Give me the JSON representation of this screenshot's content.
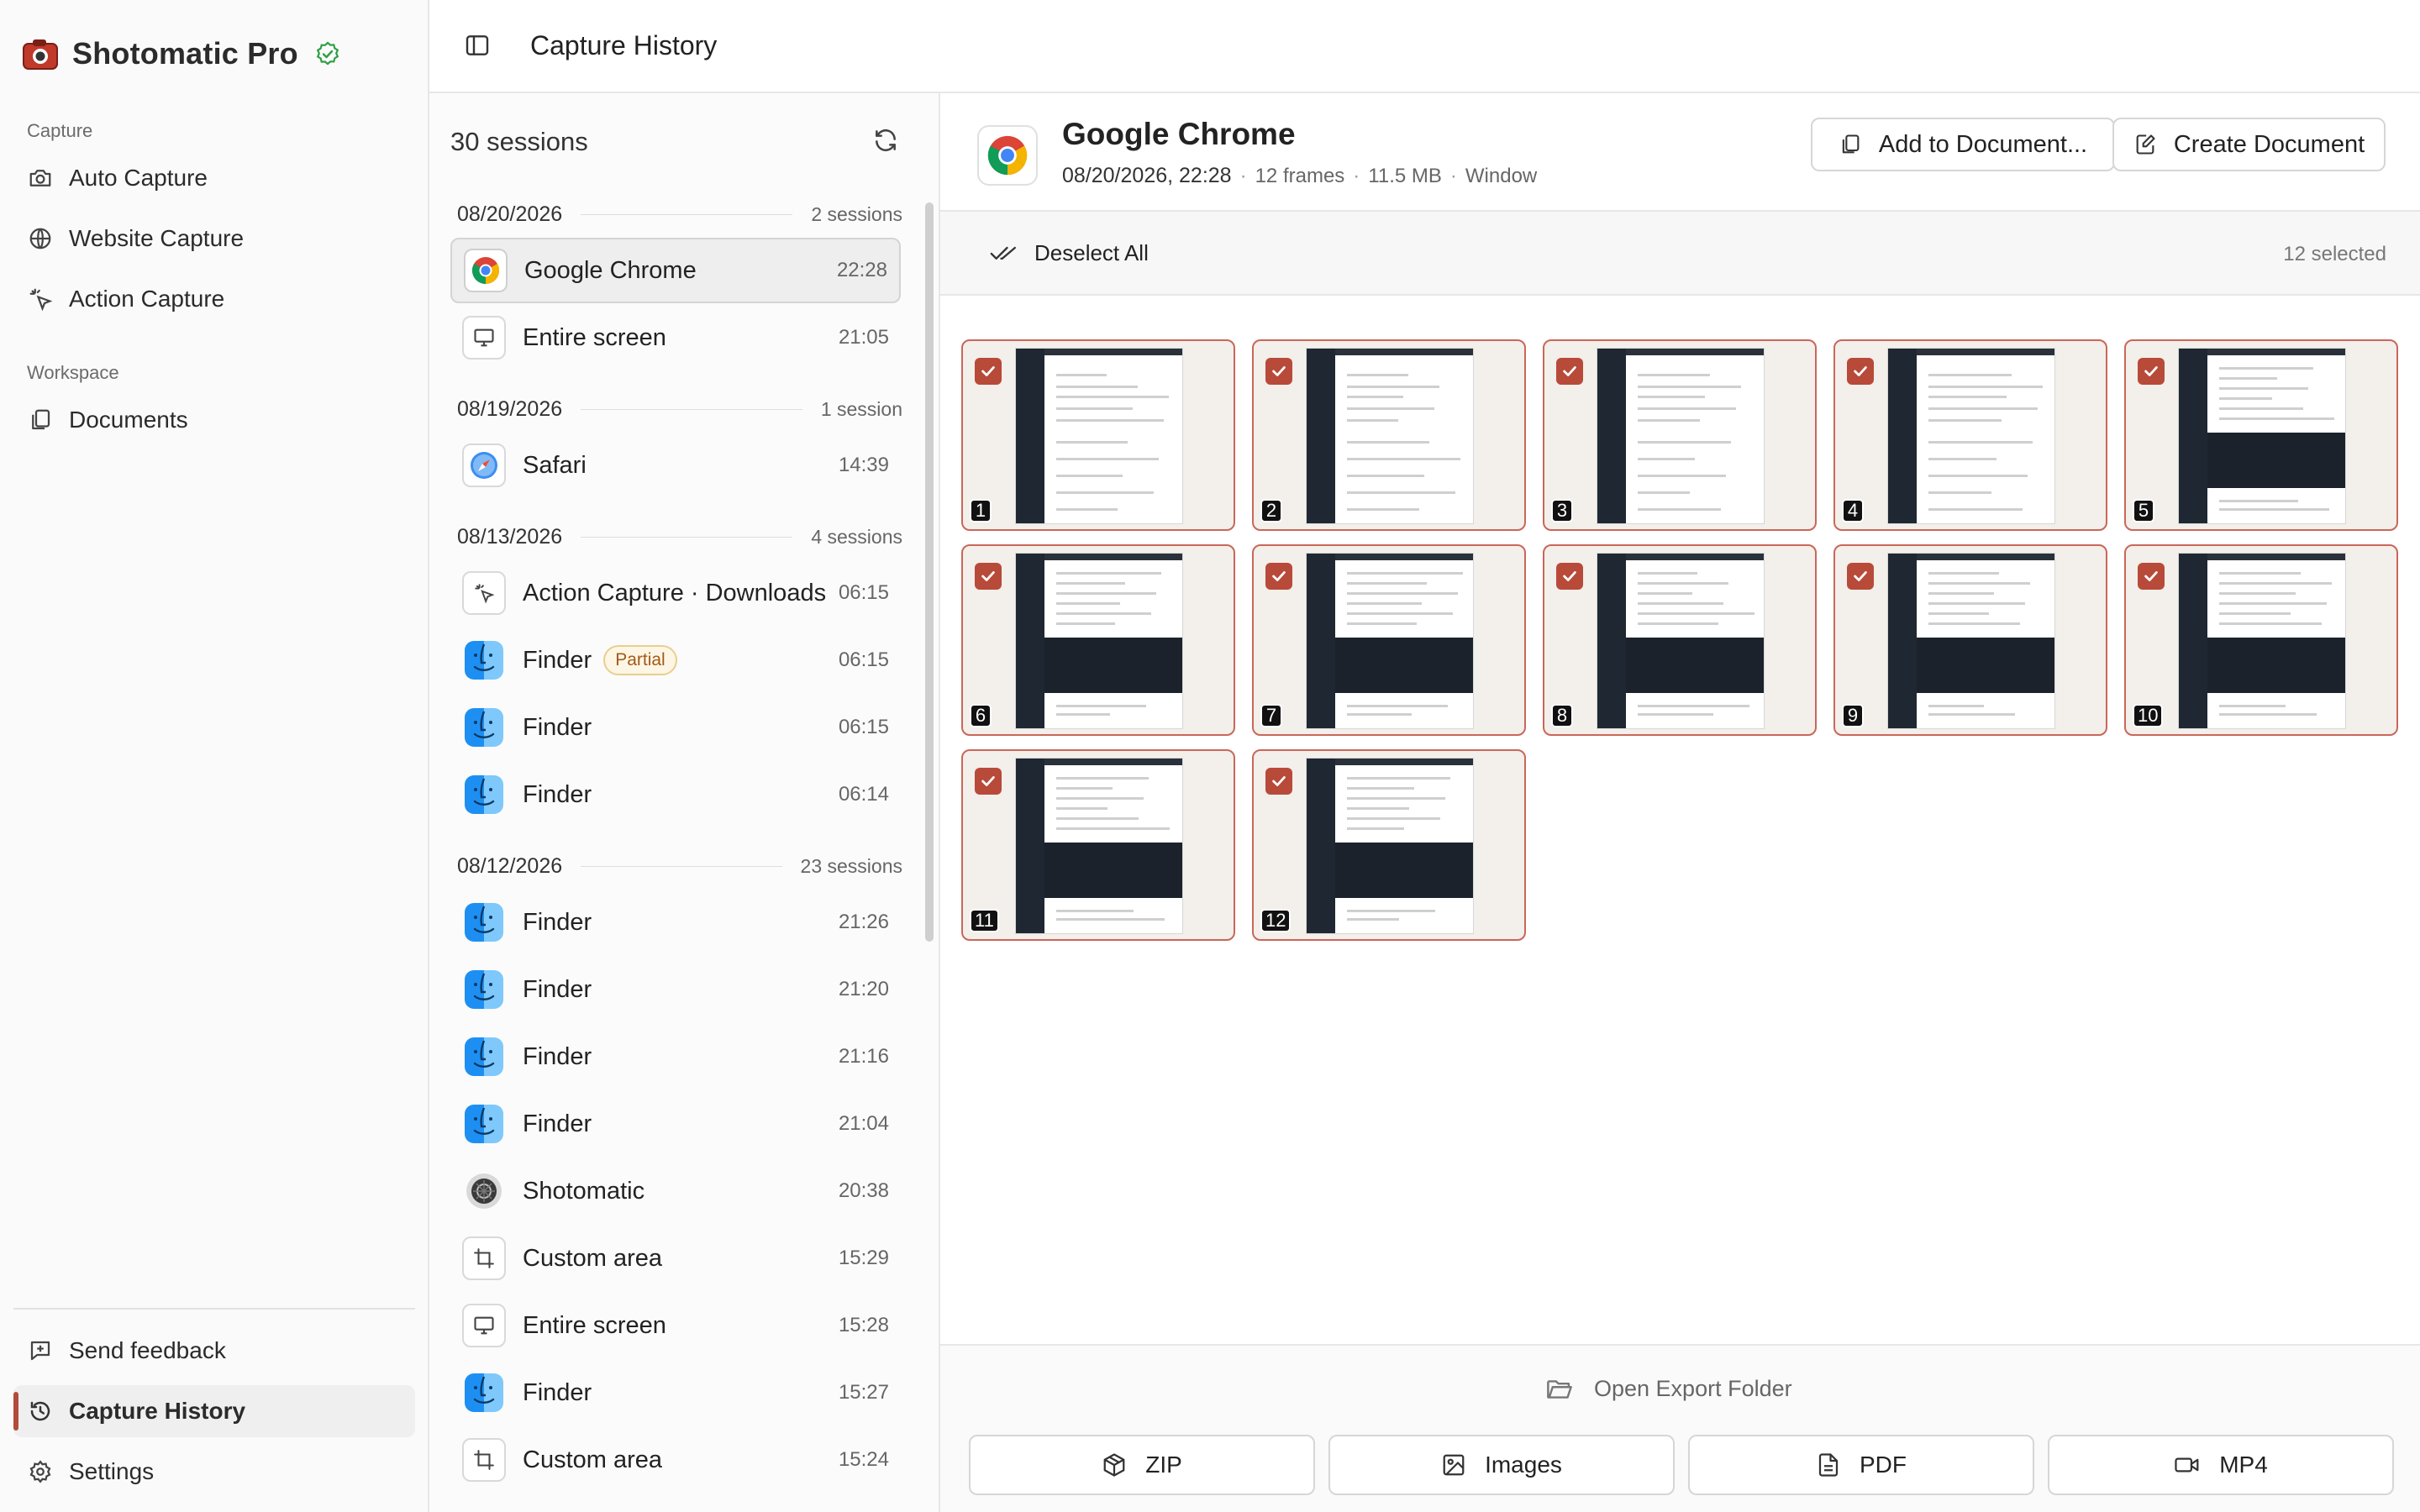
{
  "app": {
    "name": "Shotomatic Pro"
  },
  "colors": {
    "accent": "#b84a3a",
    "verified": "#2ea043"
  },
  "sidebar": {
    "capture_label": "Capture",
    "capture_items": [
      {
        "label": "Auto Capture",
        "icon": "camera-icon"
      },
      {
        "label": "Website Capture",
        "icon": "globe-icon"
      },
      {
        "label": "Action Capture",
        "icon": "cursor-click-icon"
      }
    ],
    "workspace_label": "Workspace",
    "workspace_items": [
      {
        "label": "Documents",
        "icon": "documents-icon"
      }
    ],
    "bottom_items": [
      {
        "label": "Send feedback",
        "icon": "feedback-icon"
      },
      {
        "label": "Capture History",
        "icon": "history-icon",
        "active": true
      },
      {
        "label": "Settings",
        "icon": "gear-icon"
      }
    ]
  },
  "topbar": {
    "title": "Capture History"
  },
  "sessions": {
    "count_label": "30 sessions",
    "groups": [
      {
        "date": "08/20/2026",
        "count": "2 sessions",
        "items": [
          {
            "name": "Google Chrome",
            "time": "22:28",
            "icon": "chrome-icon",
            "selected": true
          },
          {
            "name": "Entire screen",
            "time": "21:05",
            "icon": "monitor-icon"
          }
        ]
      },
      {
        "date": "08/19/2026",
        "count": "1 session",
        "items": [
          {
            "name": "Safari",
            "time": "14:39",
            "icon": "safari-icon"
          }
        ]
      },
      {
        "date": "08/13/2026",
        "count": "4 sessions",
        "items": [
          {
            "name": "Action Capture · Downloads",
            "time": "06:15",
            "icon": "cursor-click-icon"
          },
          {
            "name": "Finder",
            "time": "06:15",
            "icon": "finder-icon",
            "badge": "Partial"
          },
          {
            "name": "Finder",
            "time": "06:15",
            "icon": "finder-icon"
          },
          {
            "name": "Finder",
            "time": "06:14",
            "icon": "finder-icon"
          }
        ]
      },
      {
        "date": "08/12/2026",
        "count": "23 sessions",
        "items": [
          {
            "name": "Finder",
            "time": "21:26",
            "icon": "finder-icon"
          },
          {
            "name": "Finder",
            "time": "21:20",
            "icon": "finder-icon"
          },
          {
            "name": "Finder",
            "time": "21:16",
            "icon": "finder-icon"
          },
          {
            "name": "Finder",
            "time": "21:04",
            "icon": "finder-icon"
          },
          {
            "name": "Shotomatic",
            "time": "20:38",
            "icon": "shotomatic-icon"
          },
          {
            "name": "Custom area",
            "time": "15:29",
            "icon": "crop-icon"
          },
          {
            "name": "Entire screen",
            "time": "15:28",
            "icon": "monitor-icon"
          },
          {
            "name": "Finder",
            "time": "15:27",
            "icon": "finder-icon"
          },
          {
            "name": "Custom area",
            "time": "15:24",
            "icon": "crop-icon"
          }
        ]
      }
    ]
  },
  "detail": {
    "title": "Google Chrome",
    "datetime": "08/20/2026, 22:28",
    "frames": "12 frames",
    "size": "11.5 MB",
    "mode": "Window",
    "add_to_document": "Add to Document...",
    "create_document": "Create Document",
    "deselect_all": "Deselect All",
    "selected_count": "12 selected",
    "frames_list": [
      "1",
      "2",
      "3",
      "4",
      "5",
      "6",
      "7",
      "8",
      "9",
      "10",
      "11",
      "12"
    ],
    "open_export_folder": "Open Export Folder",
    "export": [
      {
        "label": "ZIP",
        "icon": "package-icon"
      },
      {
        "label": "Images",
        "icon": "image-icon"
      },
      {
        "label": "PDF",
        "icon": "pdf-file-icon"
      },
      {
        "label": "MP4",
        "icon": "video-icon"
      }
    ]
  }
}
